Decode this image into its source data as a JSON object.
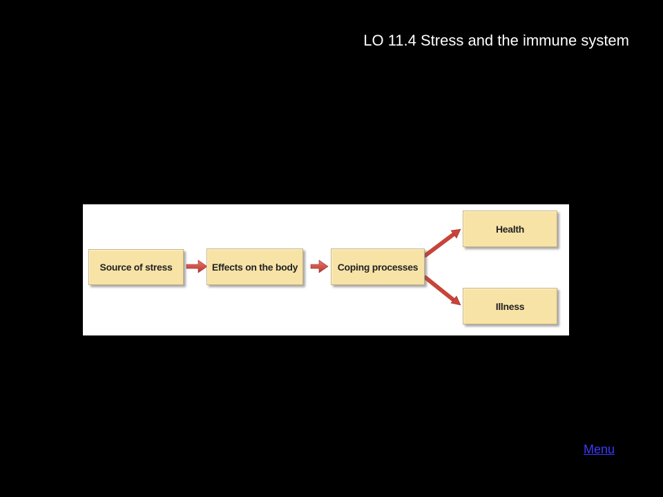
{
  "slide": {
    "title": "LO 11.4 Stress and the immune system",
    "menu_label": "Menu"
  },
  "diagram": {
    "nodes": {
      "source": "Source of stress",
      "effects": "Effects on the body",
      "coping": "Coping processes",
      "health": "Health",
      "illness": "Illness"
    },
    "edges": [
      [
        "Source of stress",
        "Effects on the body"
      ],
      [
        "Effects on the body",
        "Coping processes"
      ],
      [
        "Coping processes",
        "Health"
      ],
      [
        "Coping processes",
        "Illness"
      ]
    ],
    "colors": {
      "box_fill": "#f8e3a7",
      "arrow": "#d2453a",
      "background": "#000000",
      "panel": "#ffffff",
      "link": "#3b3bff"
    }
  }
}
